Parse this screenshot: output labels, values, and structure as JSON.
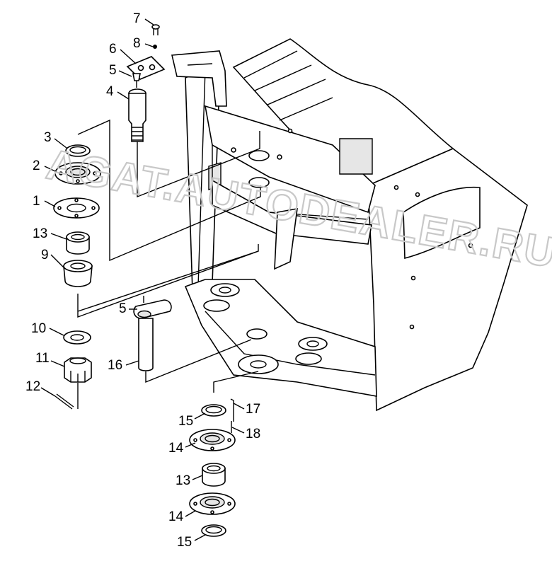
{
  "watermark": "AGAT.AUTODEALER.RU",
  "callouts": [
    {
      "id": "c7",
      "label": "7"
    },
    {
      "id": "c8",
      "label": "8"
    },
    {
      "id": "c6",
      "label": "6"
    },
    {
      "id": "c5a",
      "label": "5"
    },
    {
      "id": "c4",
      "label": "4"
    },
    {
      "id": "c3",
      "label": "3"
    },
    {
      "id": "c2",
      "label": "2"
    },
    {
      "id": "c1",
      "label": "1"
    },
    {
      "id": "c13a",
      "label": "13"
    },
    {
      "id": "c9",
      "label": "9"
    },
    {
      "id": "c5b",
      "label": "5"
    },
    {
      "id": "c10",
      "label": "10"
    },
    {
      "id": "c16",
      "label": "16"
    },
    {
      "id": "c11",
      "label": "11"
    },
    {
      "id": "c12",
      "label": "12"
    },
    {
      "id": "c17",
      "label": "17"
    },
    {
      "id": "c15a",
      "label": "15"
    },
    {
      "id": "c18",
      "label": "18"
    },
    {
      "id": "c14a",
      "label": "14"
    },
    {
      "id": "c13b",
      "label": "13"
    },
    {
      "id": "c14b",
      "label": "14"
    },
    {
      "id": "c15b",
      "label": "15"
    }
  ]
}
